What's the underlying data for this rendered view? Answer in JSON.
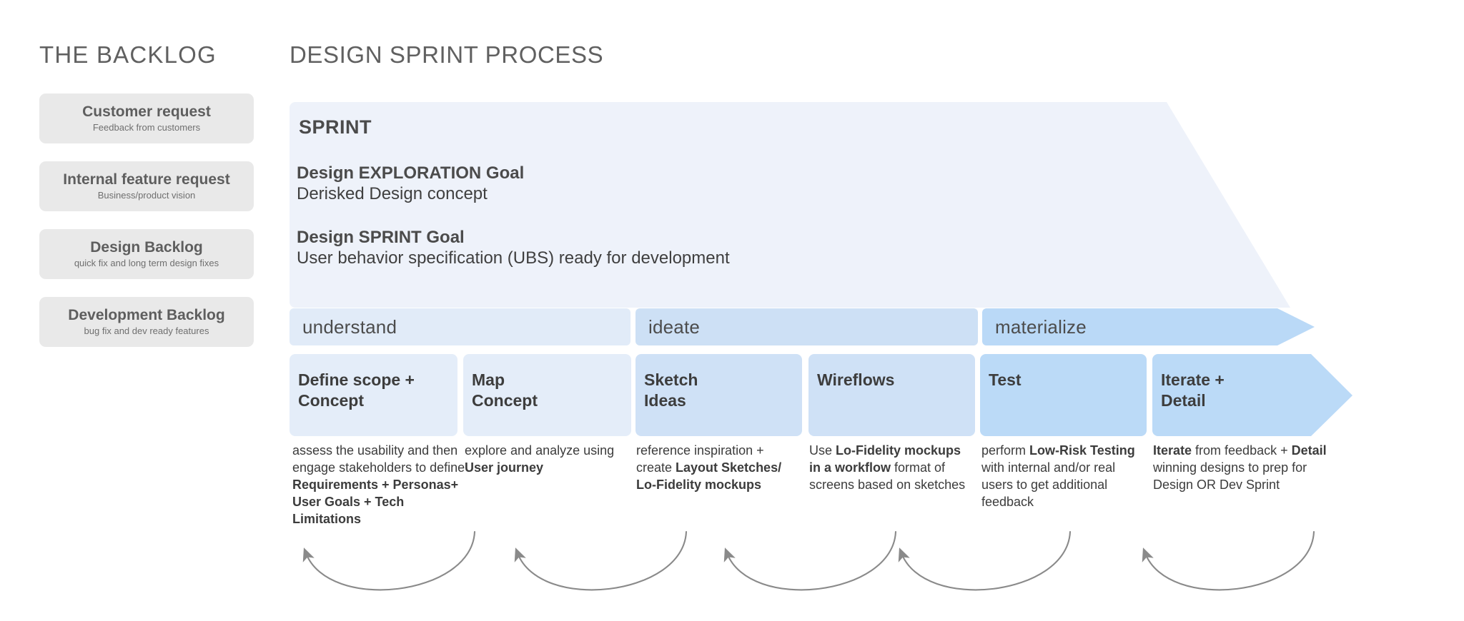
{
  "backlog": {
    "title": "THE BACKLOG",
    "items": [
      {
        "title": "Customer request",
        "sub": "Feedback from customers"
      },
      {
        "title": "Internal feature request",
        "sub": "Business/product vision"
      },
      {
        "title": "Design Backlog",
        "sub": "quick fix and long term design fixes"
      },
      {
        "title": "Development Backlog",
        "sub": "bug fix and dev ready features"
      }
    ]
  },
  "process": {
    "title": "DESIGN SPRINT PROCESS",
    "sprint_label": "SPRINT",
    "goals": [
      {
        "head": "Design EXPLORATION Goal",
        "body": "Derisked Design concept"
      },
      {
        "head": "Design SPRINT Goal",
        "body": "User behavior specification (UBS) ready for development"
      }
    ],
    "phases": [
      {
        "label": "understand",
        "color": "#e1ebf8"
      },
      {
        "label": "ideate",
        "color": "#cde0f5"
      },
      {
        "label": "materialize",
        "color": "#bad9f7"
      }
    ],
    "steps": [
      {
        "title": "Define scope +\nConcept",
        "color": "#e4edf9"
      },
      {
        "title": "Map\nConcept",
        "color": "#e4edf9"
      },
      {
        "title": "Sketch\nIdeas",
        "color": "#cfe1f6"
      },
      {
        "title": "Wireflows",
        "color": "#cfe1f6"
      },
      {
        "title": "Test",
        "color": "#bbdaf7"
      },
      {
        "title": "Iterate +\nDetail",
        "color": "#bbdaf7"
      }
    ],
    "descriptions": [
      {
        "parts": [
          {
            "text": "assess the usability and then engage stakeholders to define ",
            "bold": false
          },
          {
            "text": "Requirements + Personas+ User Goals + Tech Limitations",
            "bold": true
          }
        ]
      },
      {
        "parts": [
          {
            "text": "explore and analyze using ",
            "bold": false
          },
          {
            "text": "User journey",
            "bold": true
          }
        ]
      },
      {
        "parts": [
          {
            "text": "reference inspiration + create ",
            "bold": false
          },
          {
            "text": "Layout Sketches/ Lo-Fidelity mockups",
            "bold": true
          }
        ]
      },
      {
        "parts": [
          {
            "text": "Use ",
            "bold": false
          },
          {
            "text": "Lo-Fidelity mockups in a workflow",
            "bold": true
          },
          {
            "text": " format of screens based on sketches",
            "bold": false
          }
        ]
      },
      {
        "parts": [
          {
            "text": "perform ",
            "bold": false
          },
          {
            "text": "Low-Risk Testing",
            "bold": true
          },
          {
            "text": " with internal and/or real users to get additional feedback",
            "bold": false
          }
        ]
      },
      {
        "parts": [
          {
            "text": "Iterate",
            "bold": true
          },
          {
            "text": " from feedback + ",
            "bold": false
          },
          {
            "text": "Detail",
            "bold": true
          },
          {
            "text": " winning designs to prep for Design OR Dev Sprint",
            "bold": false
          }
        ]
      }
    ],
    "loop_arrow_count": 5,
    "colors": {
      "sprint_banner": "#eef2fa",
      "card_grey": "#e9e9e9",
      "text_dark": "#3d3d3d",
      "text_grey": "#606060",
      "arrow_grey": "#8a8a8a"
    }
  }
}
